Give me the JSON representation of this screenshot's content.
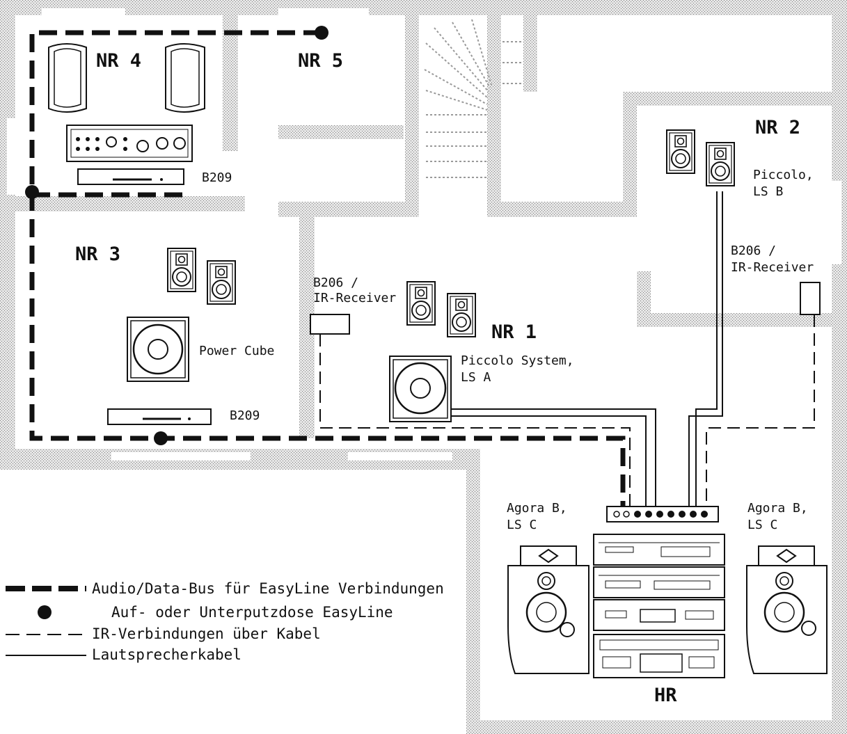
{
  "rooms": {
    "nr4": "NR 4",
    "nr5": "NR 5",
    "nr2": "NR 2",
    "nr3": "NR 3",
    "nr1": "NR 1",
    "hr": "HR"
  },
  "labels": {
    "b209_nr4": "B209",
    "b209_nr3": "B209",
    "power_cube": "Power Cube",
    "nr2_speaker_line1": "Piccolo,",
    "nr2_speaker_line2": "LS B",
    "b206_nr2_line1": "B206 /",
    "b206_nr2_line2": "IR-Receiver",
    "b206_nr1_line1": "B206 /",
    "b206_nr1_line2": "IR-Receiver",
    "nr1_speaker_line1": "Piccolo System,",
    "nr1_speaker_line2": "LS A",
    "agora_left_line1": "Agora B,",
    "agora_left_line2": "LS C",
    "agora_right_line1": "Agora B,",
    "agora_right_line2": "LS C"
  },
  "legend": {
    "bus": "Audio/Data-Bus für EasyLine Verbindungen",
    "socket": "Auf- oder Unterputzdose EasyLine",
    "ir": "IR-Verbindungen über Kabel",
    "speaker_cable": "Lautsprecherkabel"
  }
}
